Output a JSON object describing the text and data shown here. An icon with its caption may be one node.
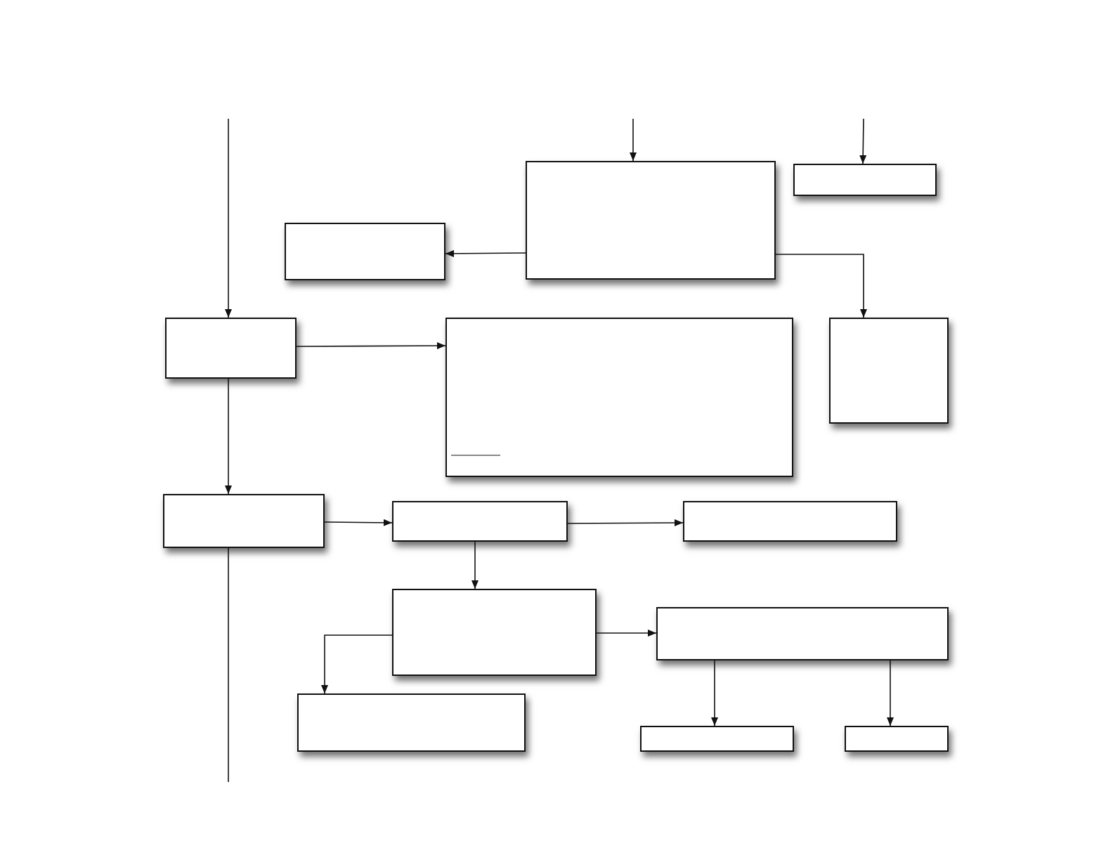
{
  "diagram": {
    "nodes": [
      {
        "text": [],
        "shape": "box"
      },
      {
        "text": [],
        "shape": "box"
      },
      {
        "text": [],
        "shape": "box"
      },
      {
        "text": [],
        "shape": "box"
      },
      {
        "text": [],
        "shape": "box"
      },
      {
        "text": [],
        "shape": "box"
      },
      {
        "text": [],
        "shape": "box"
      },
      {
        "text": [],
        "shape": "box"
      },
      {
        "text": [],
        "shape": "box"
      },
      {
        "text": [],
        "shape": "box"
      },
      {
        "text": [],
        "shape": "box"
      },
      {
        "text": [],
        "shape": "box"
      },
      {
        "text": [],
        "shape": "box"
      },
      {
        "text": [],
        "shape": "box"
      }
    ],
    "edges": [
      {
        "from": null,
        "to": 3,
        "arrow": "to"
      },
      {
        "from": null,
        "to": 0,
        "arrow": "to"
      },
      {
        "from": null,
        "to": 1,
        "arrow": "to"
      },
      {
        "from": 0,
        "to": 2,
        "arrow": "to"
      },
      {
        "from": 0,
        "to": 5,
        "arrow": "to"
      },
      {
        "from": 3,
        "to": 4,
        "arrow": "to"
      },
      {
        "from": 3,
        "to": 6,
        "arrow": "to"
      },
      {
        "from": 6,
        "to": null,
        "arrow": "none"
      },
      {
        "from": 6,
        "to": 7,
        "arrow": "to"
      },
      {
        "from": 7,
        "to": 8,
        "arrow": "to"
      },
      {
        "from": 7,
        "to": 9,
        "arrow": "to"
      },
      {
        "from": 9,
        "to": 11,
        "arrow": "to"
      },
      {
        "from": 9,
        "to": 10,
        "arrow": "to"
      },
      {
        "from": 10,
        "to": 12,
        "arrow": "to"
      },
      {
        "from": 10,
        "to": 13,
        "arrow": "to"
      }
    ]
  }
}
